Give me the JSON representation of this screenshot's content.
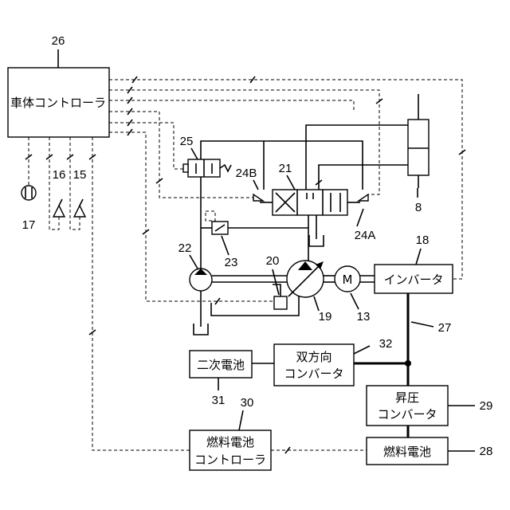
{
  "boxes": {
    "vehicle_controller": "車体コントローラ",
    "inverter": "インバータ",
    "secondary_battery": "二次電池",
    "bidirectional_line1": "双方向",
    "bidirectional_line2": "コンバータ",
    "boost_line1": "昇圧",
    "boost_line2": "コンバータ",
    "fc_controller_line1": "燃料電池",
    "fc_controller_line2": "コントローラ",
    "fuel_cell": "燃料電池",
    "motor": "M"
  },
  "refs": {
    "r26": "26",
    "r25": "25",
    "r24B": "24B",
    "r21": "21",
    "r8": "8",
    "r24A": "24A",
    "r16": "16",
    "r15": "15",
    "r17": "17",
    "r22": "22",
    "r23": "23",
    "r20": "20",
    "r18": "18",
    "r19": "19",
    "r13": "13",
    "r27": "27",
    "r32": "32",
    "r31": "31",
    "r30": "30",
    "r29": "29",
    "r28": "28"
  }
}
